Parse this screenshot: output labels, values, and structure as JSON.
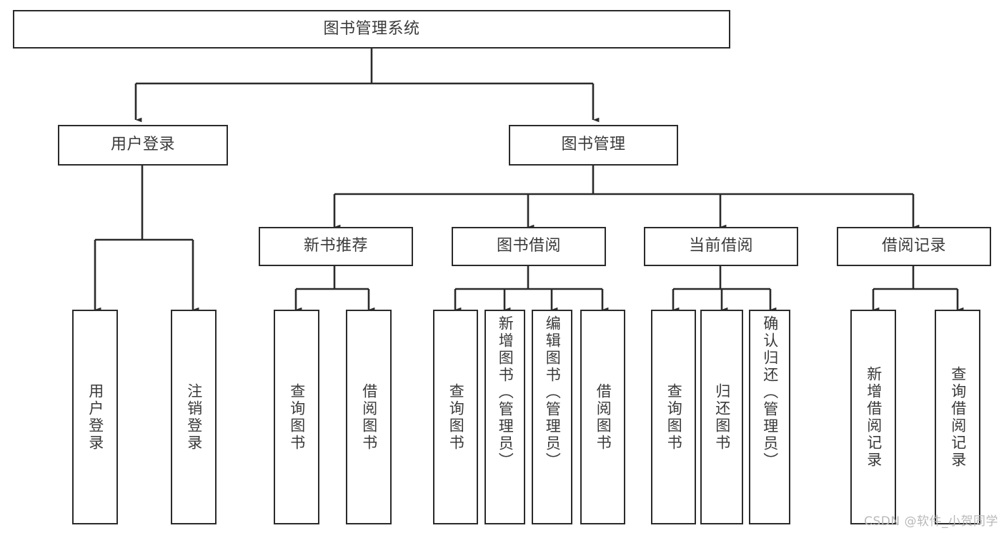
{
  "diagram": {
    "type": "tree",
    "title": "图书管理系统",
    "watermark": "CSDN @软件_小贺同学",
    "colors": {
      "stroke": "#2b2b2b",
      "text": "#3a3a3a",
      "background": "#ffffff",
      "watermark": "#b9b9b9"
    },
    "nodes": {
      "root": "图书管理系统",
      "level2": {
        "user_login": "用户登录",
        "book_manage": "图书管理"
      },
      "level3": {
        "new_book_recommend": "新书推荐",
        "book_borrow": "图书借阅",
        "current_borrow": "当前借阅",
        "borrow_record": "借阅记录"
      },
      "leaves": {
        "user_login_children": [
          "用户登录",
          "注销登录"
        ],
        "new_book_recommend_children": [
          "查询图书",
          "借阅图书"
        ],
        "book_borrow_children": [
          "查询图书",
          "新增图书（管理员）",
          "编辑图书（管理员）",
          "借阅图书"
        ],
        "current_borrow_children": [
          "查询图书",
          "归还图书",
          "确认归还（管理员）"
        ],
        "borrow_record_children": [
          "新增借阅记录",
          "查询借阅记录"
        ]
      }
    }
  }
}
